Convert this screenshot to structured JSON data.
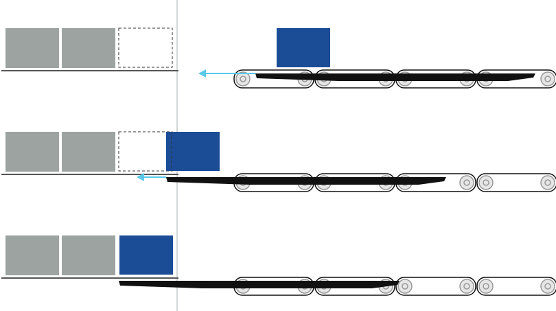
{
  "colors": {
    "background": "#ffffff",
    "divider": "#d2d6d6",
    "shelf_line": "#555555",
    "stored_box": "#9ca3a1",
    "moving_box": "#1b4d97",
    "empty_slot_outline": "#333333",
    "arrow": "#5bc8ea",
    "fork": "#111111",
    "conveyor_outline": "#111111",
    "roller_fill": "#e6e6e6",
    "roller_stroke": "#999999"
  },
  "icons": {
    "conveyor": "roller-conveyor-icon",
    "roller": "roller-icon",
    "arrow": "arrow-left-icon",
    "fork": "telescopic-fork-icon"
  },
  "steps": [
    {
      "stored_boxes": 2,
      "empty_slot": true,
      "box_position": "on-conveyor",
      "fork_extension": "retracted",
      "arrow": "long"
    },
    {
      "stored_boxes": 2,
      "empty_slot": true,
      "box_position": "entering-rack",
      "fork_extension": "half-extended",
      "arrow": "short"
    },
    {
      "stored_boxes": 3,
      "empty_slot": false,
      "box_position": "stored",
      "fork_extension": "fully-extended",
      "arrow": "none"
    }
  ]
}
